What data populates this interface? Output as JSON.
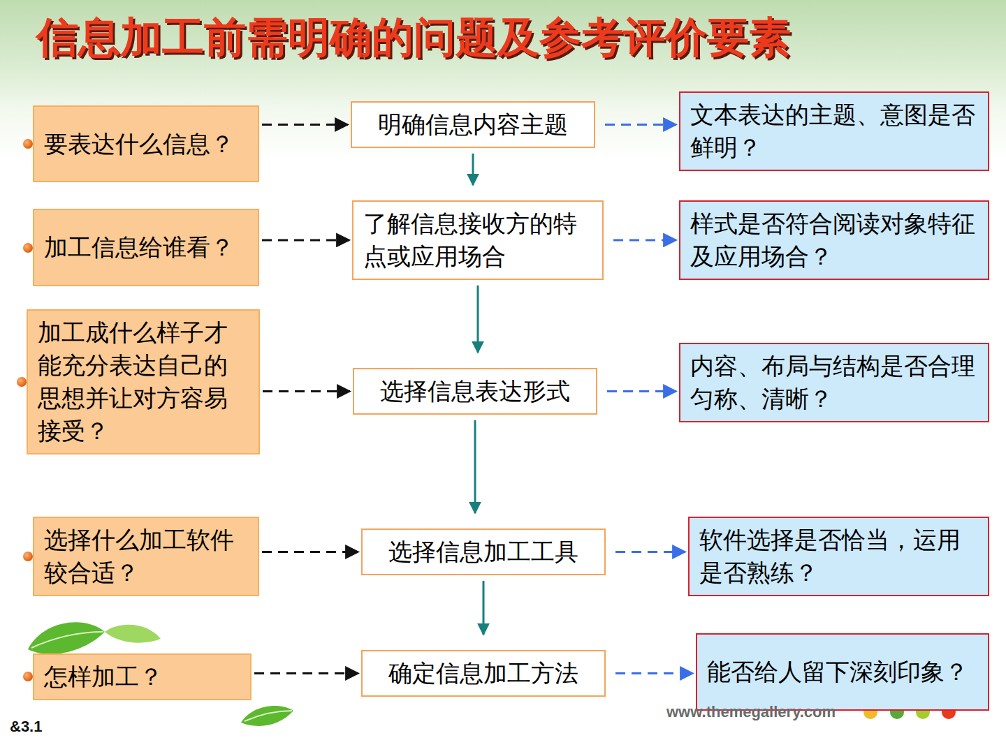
{
  "diagram": {
    "title": "信息加工前需明确的问题及参考评价要素",
    "nodes": [
      {
        "text": [
          "要表达什么信息？"
        ]
      },
      {
        "text": [
          "明确信息内容主题"
        ]
      },
      {
        "text": [
          "文本表达的主题、意图是否鲜明？"
        ]
      },
      {
        "text": [
          "加工信息给谁看？"
        ]
      },
      {
        "text": [
          "了解信息接收方的特点或应用场合"
        ]
      },
      {
        "text": [
          "样式是否符合阅读对象特征及应用场合？"
        ]
      },
      {
        "text": [
          "加工成什么样子才能充分表达自己的思想并让对方容易接受？"
        ]
      },
      {
        "text": [
          "选择信息表达形式"
        ]
      },
      {
        "text": [
          "内容、布局与结构是否合理匀称、清晰？"
        ]
      },
      {
        "text": [
          "选择什么加工软件较合适？"
        ]
      },
      {
        "text": [
          "选择信息加工工具"
        ]
      },
      {
        "text": [
          "软件选择是否恰当，运用是否熟练？"
        ]
      },
      {
        "text": [
          "怎样加工？"
        ]
      },
      {
        "text": [
          "确定信息加工方法"
        ]
      },
      {
        "text": [
          "能否给人留下深刻印象？"
        ]
      }
    ],
    "edges": [
      {
        "from": 0,
        "to": 1,
        "arrow": "to"
      },
      {
        "from": 1,
        "to": 2,
        "arrow": "to"
      },
      {
        "from": 3,
        "to": 4,
        "arrow": "to"
      },
      {
        "from": 4,
        "to": 5,
        "arrow": "to"
      },
      {
        "from": 6,
        "to": 7,
        "arrow": "to"
      },
      {
        "from": 7,
        "to": 8,
        "arrow": "to"
      },
      {
        "from": 9,
        "to": 10,
        "arrow": "to"
      },
      {
        "from": 10,
        "to": 11,
        "arrow": "to"
      },
      {
        "from": 12,
        "to": 13,
        "arrow": "to"
      },
      {
        "from": 13,
        "to": 14,
        "arrow": "to"
      },
      {
        "from": 1,
        "to": 4,
        "arrow": "to"
      },
      {
        "from": 4,
        "to": 7,
        "arrow": "to"
      },
      {
        "from": 7,
        "to": 10,
        "arrow": "to"
      },
      {
        "from": 10,
        "to": 13,
        "arrow": "to"
      }
    ],
    "labels": [
      "&3.1",
      "www.themegallery.com"
    ]
  }
}
